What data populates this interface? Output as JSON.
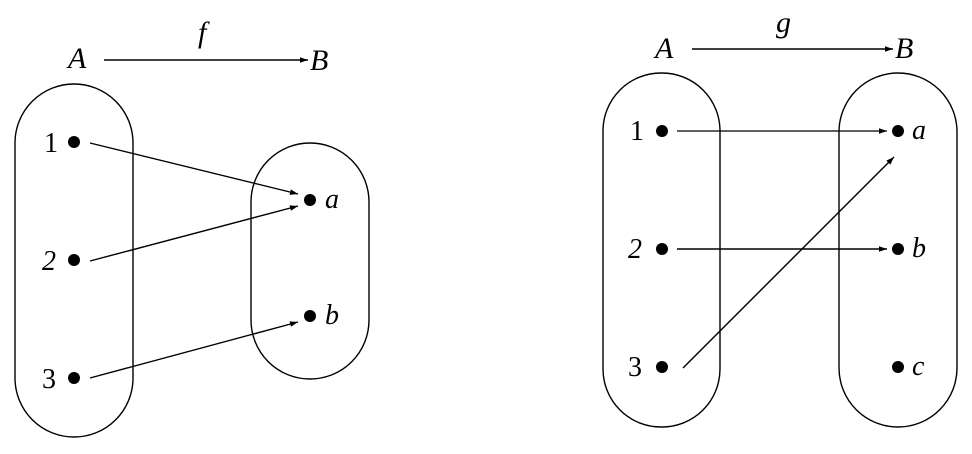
{
  "diagrams": [
    {
      "id": "f",
      "function_label": "f",
      "domain_label": "A",
      "codomain_label": "B",
      "domain_elements": [
        {
          "label": "1",
          "italic": false
        },
        {
          "label": "2",
          "italic": true
        },
        {
          "label": "3",
          "italic": false
        }
      ],
      "codomain_elements": [
        {
          "label": "a"
        },
        {
          "label": "b"
        }
      ],
      "mappings": [
        {
          "from": "1",
          "to": "a"
        },
        {
          "from": "2",
          "to": "a"
        },
        {
          "from": "3",
          "to": "b"
        }
      ]
    },
    {
      "id": "g",
      "function_label": "g",
      "domain_label": "A",
      "codomain_label": "B",
      "domain_elements": [
        {
          "label": "1",
          "italic": false
        },
        {
          "label": "2",
          "italic": true
        },
        {
          "label": "3",
          "italic": false
        }
      ],
      "codomain_elements": [
        {
          "label": "a"
        },
        {
          "label": "b"
        },
        {
          "label": "c"
        }
      ],
      "mappings": [
        {
          "from": "1",
          "to": "a"
        },
        {
          "from": "2",
          "to": "b"
        },
        {
          "from": "3",
          "to": "a"
        }
      ]
    }
  ],
  "colors": {
    "stroke": "#000000",
    "background": "#ffffff"
  }
}
